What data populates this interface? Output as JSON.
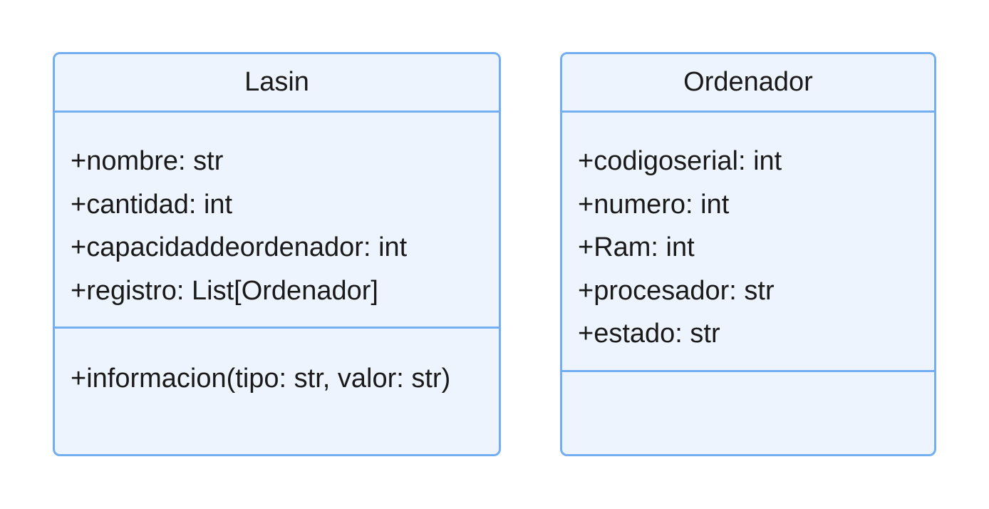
{
  "classes": {
    "lasin": {
      "name": "Lasin",
      "attributes": [
        "+nombre: str",
        "+cantidad: int",
        "+capacidaddeordenador: int",
        "+registro: List[Ordenador]"
      ],
      "methods": [
        "+informacion(tipo: str, valor: str)"
      ]
    },
    "ordenador": {
      "name": "Ordenador",
      "attributes": [
        "+codigoserial: int",
        "+numero: int",
        "+Ram: int",
        "+procesador: str",
        "+estado: str"
      ],
      "methods": []
    }
  },
  "colors": {
    "box_fill": "#edf4fd",
    "box_border": "#72aef0",
    "text": "#1a1a1a"
  }
}
